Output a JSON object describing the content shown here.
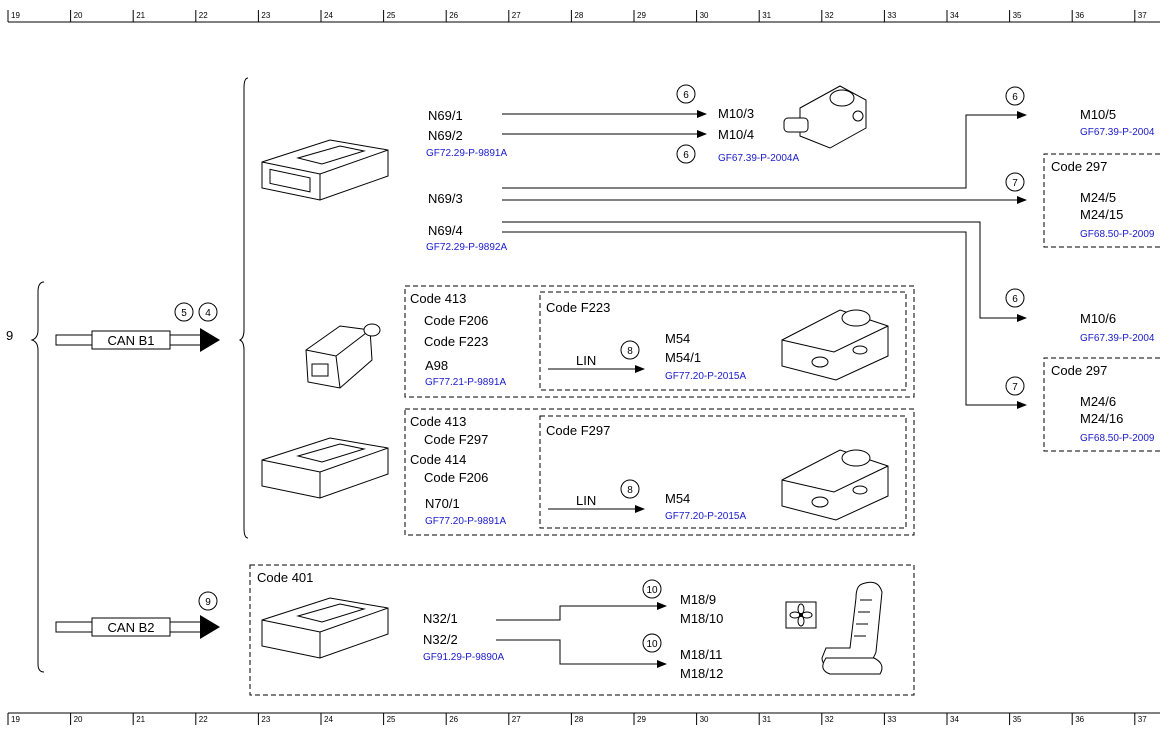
{
  "ruler_numbers": [
    "19",
    "20",
    "21",
    "22",
    "23",
    "24",
    "25",
    "26",
    "27",
    "28",
    "29",
    "30",
    "31",
    "32",
    "33",
    "34",
    "35",
    "36",
    "37"
  ],
  "left_cut_label": "9",
  "can_b1": {
    "label": "CAN B1",
    "circles": [
      "5",
      "4"
    ]
  },
  "can_b2": {
    "label": "CAN B2",
    "circle": "9"
  },
  "group1": {
    "n69_1": "N69/1",
    "n69_2": "N69/2",
    "ref_a": "GF72.29-P-9891A",
    "circle_6a": "6",
    "circle_6b": "6",
    "m10_3": "M10/3",
    "m10_4": "M10/4",
    "ref_b": "GF67.39-P-2004A",
    "n69_3": "N69/3",
    "n69_4": "N69/4",
    "ref_c": "GF72.29-P-9892A"
  },
  "right_top": {
    "circle": "6",
    "m10_5": "M10/5",
    "ref": "GF67.39-P-2004",
    "code": "Code 297",
    "circle7": "7",
    "m24_5": "M24/5",
    "m24_15": "M24/15",
    "ref2": "GF68.50-P-2009"
  },
  "right_bottom": {
    "circle": "6",
    "m10_6": "M10/6",
    "ref": "GF67.39-P-2004",
    "code": "Code 297",
    "circle7": "7",
    "m24_6": "M24/6",
    "m24_16": "M24/16",
    "ref2": "GF68.50-P-2009"
  },
  "box413a": {
    "code413": "Code 413",
    "f206": "Code F206",
    "f223": "Code F223",
    "a98": "A98",
    "ref": "GF77.21-P-9891A",
    "inner_code": "Code F223",
    "lin": "LIN",
    "circle": "8",
    "m54": "M54",
    "m54_1": "M54/1",
    "ref2": "GF77.20-P-2015A"
  },
  "box413b": {
    "code413": "Code 413",
    "f297": "Code F297",
    "code414": "Code 414",
    "f206": "Code F206",
    "n70_1": "N70/1",
    "ref": "GF77.20-P-9891A",
    "inner_code": "Code F297",
    "lin": "LIN",
    "circle": "8",
    "m54": "M54",
    "ref2": "GF77.20-P-2015A"
  },
  "box401": {
    "code": "Code 401",
    "n32_1": "N32/1",
    "n32_2": "N32/2",
    "ref": "GF91.29-P-9890A",
    "circle_a": "10",
    "circle_b": "10",
    "m18_9": "M18/9",
    "m18_10": "M18/10",
    "m18_11": "M18/11",
    "m18_12": "M18/12"
  }
}
